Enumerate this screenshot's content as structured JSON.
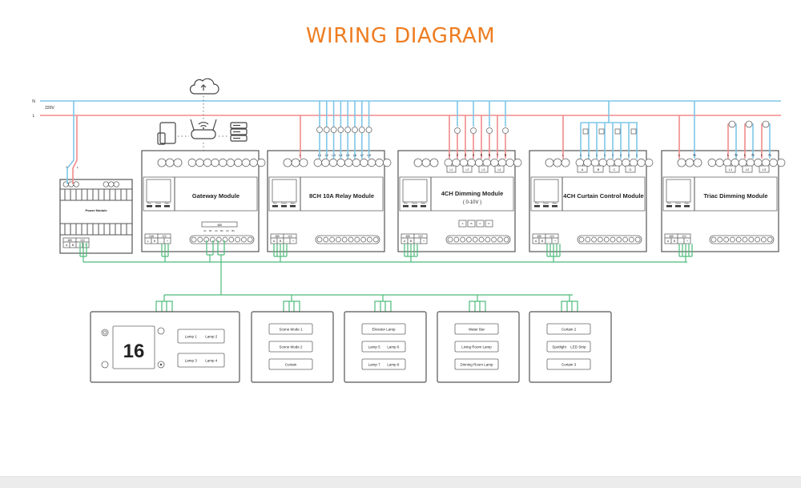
{
  "title": "WIRING DIAGRAM",
  "power_lines": {
    "n_label": "N",
    "l_label": "L",
    "voltage": "220V",
    "n_color": "#7fc6e8",
    "l_color": "#f28b8b"
  },
  "bus_color": "#4cbb7a",
  "accent_color": "#ee7d22",
  "network_icons": [
    "cloud-icon",
    "tablet-phone-icon",
    "router-icon",
    "server-icon"
  ],
  "modules": [
    {
      "id": "power",
      "name": "Power Module",
      "top_terminals": [
        "N",
        "L"
      ],
      "bottom_headers": [
        "485",
        "12V"
      ],
      "bottom_pins": [
        "A",
        "B",
        "-",
        "+"
      ]
    },
    {
      "id": "gateway",
      "name": "Gateway Module",
      "leds": [
        "Run",
        "Comm",
        "Alarm"
      ],
      "bottom_headers": [
        "CAN",
        "12V"
      ],
      "bottom_pins": [
        "L",
        "H",
        "-",
        "+"
      ],
      "port_label": "485",
      "port_pins": [
        "A1",
        "B1",
        "A2",
        "B2",
        "A3",
        "B3"
      ]
    },
    {
      "id": "relay",
      "name": "8CH 10A Relay Module",
      "leds": [
        "Run",
        "Comm",
        "Alarm"
      ],
      "top_terminals": [
        "L",
        "L1",
        "L2",
        "L3",
        "L4",
        "L5",
        "L6",
        "L7",
        "L8"
      ],
      "bottom_headers": [
        "485",
        "12V"
      ],
      "bottom_pins": [
        "A",
        "B",
        "-",
        "+"
      ]
    },
    {
      "id": "dimming",
      "name": "4CH Dimming Module",
      "subname": "( 0-10V )",
      "leds": [
        "Run",
        "Comm",
        "Alarm"
      ],
      "top_terminals": [
        "1",
        "2",
        "3",
        "4",
        "5",
        "6",
        "7",
        "8"
      ],
      "channels": [
        "L1",
        "L2",
        "L3",
        "L4"
      ],
      "dim_channels": [
        "A",
        "B",
        "C",
        "D"
      ],
      "bottom_headers": [
        "485",
        "12V"
      ],
      "bottom_pins": [
        "A",
        "B",
        "-",
        "+"
      ]
    },
    {
      "id": "curtain",
      "name": "4CH Curtain Control Module",
      "leds": [
        "Run",
        "Comm",
        "Alarm"
      ],
      "top_terminals": [
        "L",
        "1",
        "1",
        "1",
        "1",
        "1",
        "1",
        "1",
        "1"
      ],
      "channels": [
        "A",
        "B",
        "C",
        "D"
      ],
      "bottom_headers": [
        "485",
        "12V"
      ],
      "bottom_pins": [
        "A",
        "B",
        "-",
        "+"
      ]
    },
    {
      "id": "triac",
      "name": "Triac Dimming Module",
      "leds": [
        "Run",
        "Comm",
        "Alarm"
      ],
      "top_terminals": [
        "L",
        "N",
        "L",
        "N",
        "L",
        "N",
        "L",
        "N"
      ],
      "channels": [
        "L1",
        "L2",
        "L3"
      ],
      "bottom_headers": [
        "485",
        "12V"
      ],
      "bottom_pins": [
        "A",
        "B",
        "-",
        "+"
      ]
    }
  ],
  "panels": [
    {
      "id": "thermostat",
      "display": "16",
      "buttons": [
        [
          "Lamp 1",
          "Lamp 2"
        ],
        [
          "Lamp 3",
          "Lamp 4"
        ]
      ]
    },
    {
      "id": "panel2",
      "buttons": [
        [
          "Scene Mode 1"
        ],
        [
          "Scene Mode 2"
        ],
        [
          "Curtain"
        ]
      ]
    },
    {
      "id": "panel3",
      "buttons": [
        [
          "Elevator Lamp"
        ],
        [
          "Lamp 5",
          "Lamp 6"
        ],
        [
          "Lamp 7",
          "Lamp 8"
        ]
      ]
    },
    {
      "id": "panel4",
      "buttons": [
        [
          "Water Bar"
        ],
        [
          "Living Room Lamp"
        ],
        [
          "Dinning Room Lamp"
        ]
      ]
    },
    {
      "id": "panel5",
      "buttons": [
        [
          "Curtain 2"
        ],
        [
          "Spotlight",
          "LED Strip"
        ],
        [
          "Curtain 3"
        ]
      ]
    }
  ]
}
